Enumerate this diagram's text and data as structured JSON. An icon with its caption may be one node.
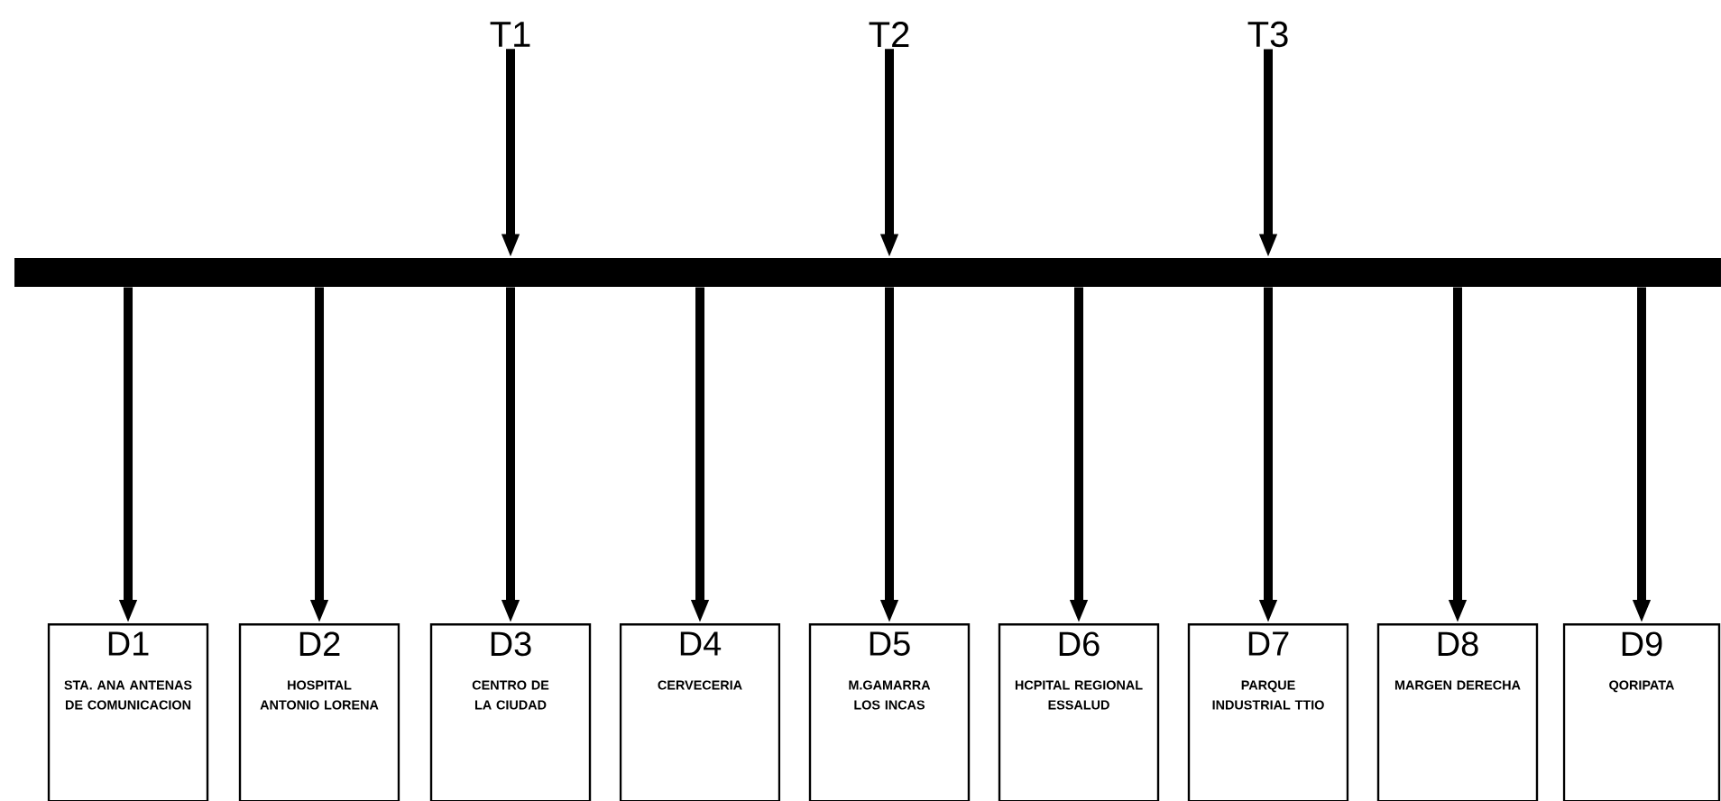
{
  "diagram": {
    "nodes": [
      {
        "text": [
          "T1"
        ]
      },
      {
        "text": [
          "T2"
        ]
      },
      {
        "text": [
          "T3"
        ]
      },
      {
        "text": [],
        "shape": "bar"
      },
      {
        "text": [
          "D1",
          "STA. ANA ANTENAS DE COMUNICACION"
        ]
      },
      {
        "text": [
          "D2",
          "HOSPITAL ANTONIO LORENA"
        ]
      },
      {
        "text": [
          "D3",
          "CENTRO DE LA CIUDAD"
        ]
      },
      {
        "text": [
          "D4",
          "CERVECERIA"
        ]
      },
      {
        "text": [
          "D5",
          "M.GAMARRA LOS INCAS"
        ]
      },
      {
        "text": [
          "D6",
          "HCPITAL REGIONAL ESSALUD"
        ]
      },
      {
        "text": [
          "D7",
          "PARQUE INDUSTRIAL TTIO"
        ]
      },
      {
        "text": [
          "D8",
          "MARGEN DERECHA"
        ]
      },
      {
        "text": [
          "D9",
          "QORIPATA"
        ]
      }
    ],
    "edges": [
      {
        "from": 0,
        "to": 3,
        "arrow": "to"
      },
      {
        "from": 1,
        "to": 3,
        "arrow": "to"
      },
      {
        "from": 2,
        "to": 3,
        "arrow": "to"
      },
      {
        "from": 3,
        "to": 4,
        "arrow": "to"
      },
      {
        "from": 3,
        "to": 5,
        "arrow": "to"
      },
      {
        "from": 3,
        "to": 6,
        "arrow": "to"
      },
      {
        "from": 3,
        "to": 7,
        "arrow": "to"
      },
      {
        "from": 3,
        "to": 8,
        "arrow": "to"
      },
      {
        "from": 3,
        "to": 9,
        "arrow": "to"
      },
      {
        "from": 3,
        "to": 10,
        "arrow": "to"
      },
      {
        "from": 3,
        "to": 11,
        "arrow": "to"
      },
      {
        "from": 3,
        "to": 12,
        "arrow": "to"
      }
    ]
  }
}
